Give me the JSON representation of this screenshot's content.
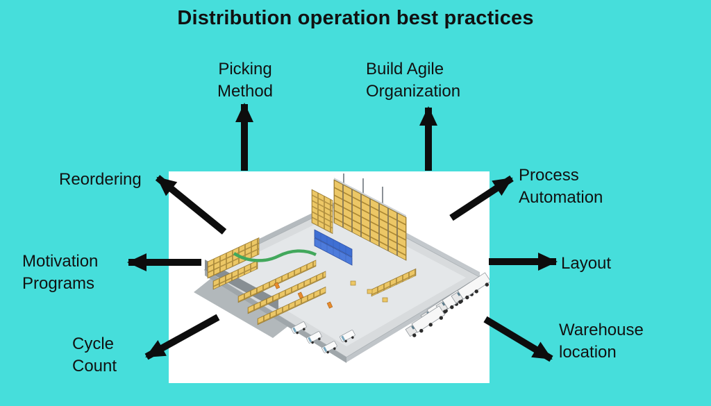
{
  "title": "Distribution operation best practices",
  "colors": {
    "background": "#46dedb",
    "text": "#111111",
    "arrow": "#0d0d0d",
    "panel": "#ffffff"
  },
  "labels": {
    "picking_method": "Picking\nMethod",
    "build_agile_organization": "Build Agile\nOrganization",
    "reordering": "Reordering",
    "process_automation": "Process\nAutomation",
    "motivation_programs": "Motivation\nPrograms",
    "layout": "Layout",
    "cycle_count": "Cycle\nCount",
    "warehouse_location": "Warehouse\nlocation"
  },
  "center_image": {
    "alt": "Isometric 3D warehouse illustration with racking, containers, conveyors, trucks and vans"
  }
}
